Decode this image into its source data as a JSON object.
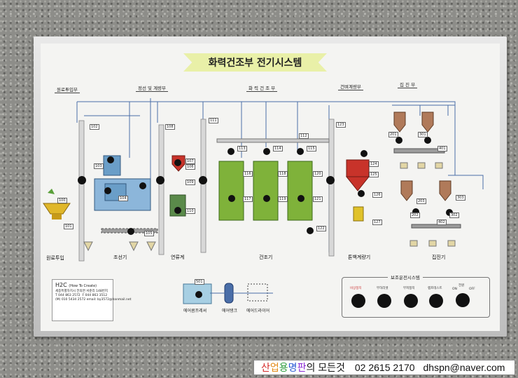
{
  "title": "화력건조부 전기시스템",
  "sections": {
    "raw_input": "원료투입부",
    "cleaning": "정선 및 계량부",
    "drying": "화 력 건 조 부",
    "dry_weigh": "건벼계량부",
    "dust": "집 진 부"
  },
  "machines": {
    "raw_input": "원료투입",
    "cleaner": "조선기",
    "weigher": "연류계",
    "dryer": "건조기",
    "tonbag": "톤백계량기",
    "collector": "집진기"
  },
  "air": {
    "compressor": "에어콤프레셔",
    "tank": "에어탱크",
    "dryer": "에어드라이어"
  },
  "tags": [
    "100",
    "101",
    "102",
    "103",
    "104",
    "105",
    "106",
    "107",
    "108",
    "109",
    "110",
    "111",
    "112",
    "113",
    "114",
    "115",
    "116",
    "117",
    "118",
    "119",
    "120",
    "121",
    "122",
    "123",
    "124",
    "125",
    "126",
    "127",
    "201",
    "202",
    "203",
    "301",
    "302",
    "303",
    "401",
    "402",
    "501"
  ],
  "company": {
    "name": "H2C",
    "sub": "(How To Create)",
    "addr": "세종특별자치시 전의면 서준리 148번지",
    "tel": "T 044 863 2572",
    "fax": "F 044 863 3512",
    "mobile": "(M) 010 5434 2572",
    "email": "email: by3572@hanmail.net"
  },
  "aux": {
    "title": "보조운전시스템",
    "switches": [
      "비상정지",
      "부하리셋",
      "부저정지",
      "램프테스트"
    ],
    "onoff_label": "전원",
    "on": "ON",
    "off": "OFF"
  },
  "footer": {
    "c1": "산",
    "c2": "업",
    "c3": "용",
    "c4": "명",
    "c5": "판",
    "c6": "의 모든것",
    "phone": "02 2615 2170",
    "email": "dhspn@naver.com"
  },
  "colors": {
    "dryer_green": "#7fb23a",
    "cleaner_blue": "#6a9ec8",
    "weigher_red": "#c8332a",
    "hopper_yellow": "#e0b72a",
    "collector_brown": "#b07a5a"
  }
}
